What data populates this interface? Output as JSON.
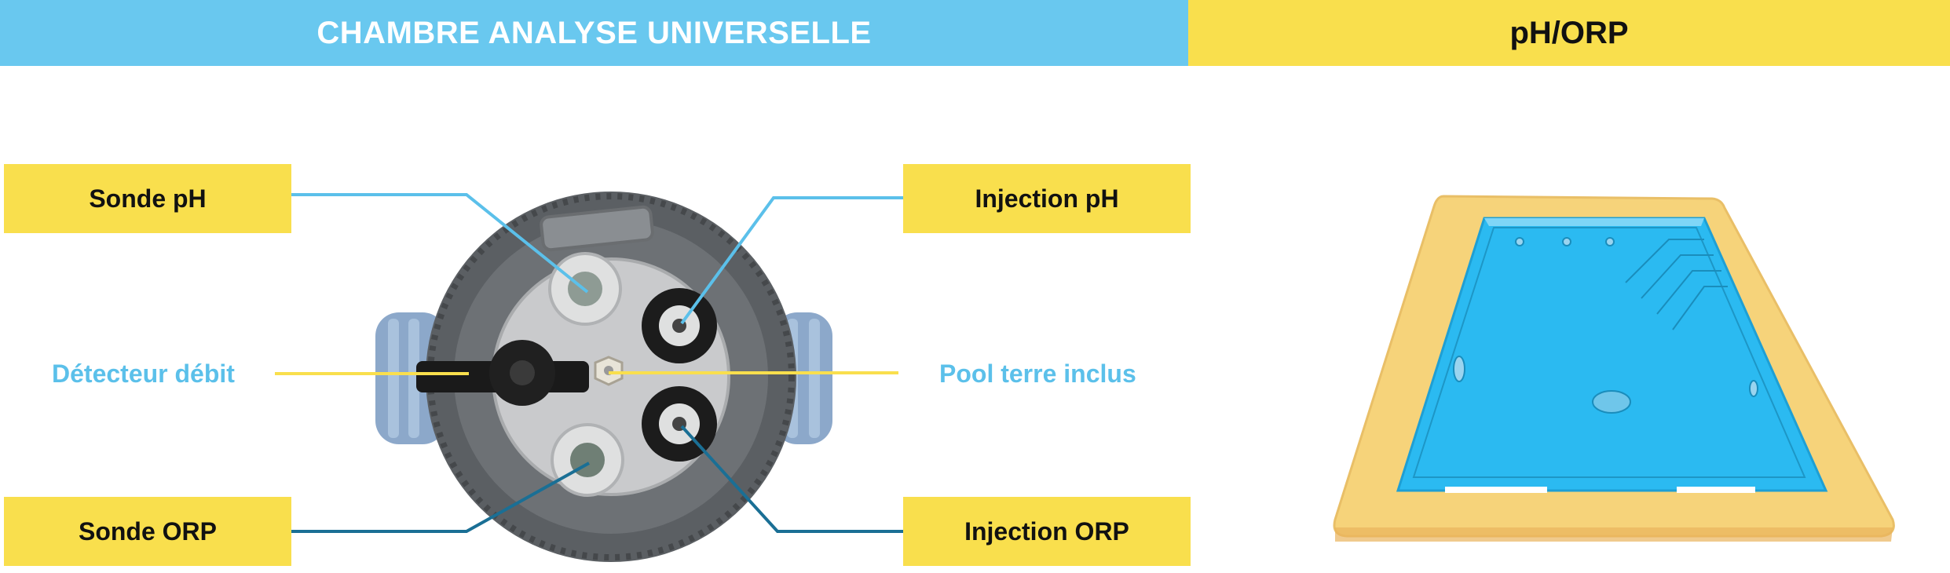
{
  "header": {
    "left_title": "CHAMBRE ANALYSE UNIVERSELLE",
    "right_title": "pH/ORP",
    "left_color": "#69c8ef",
    "right_color": "#f9df4d"
  },
  "labels": {
    "sonde_ph": "Sonde pH",
    "injection_ph": "Injection pH",
    "detecteur_debit": "Détecteur débit",
    "pool_terre": "Pool terre inclus",
    "sonde_orp": "Sonde ORP",
    "injection_orp": "Injection ORP"
  },
  "colors": {
    "label_bg": "#f9df4d",
    "light_line": "#5bc0ea",
    "dark_line": "#1a6f95",
    "yellow_line": "#f9df4d",
    "pool_water": "#2bbaf1",
    "pool_deck": "#f6d37a"
  }
}
